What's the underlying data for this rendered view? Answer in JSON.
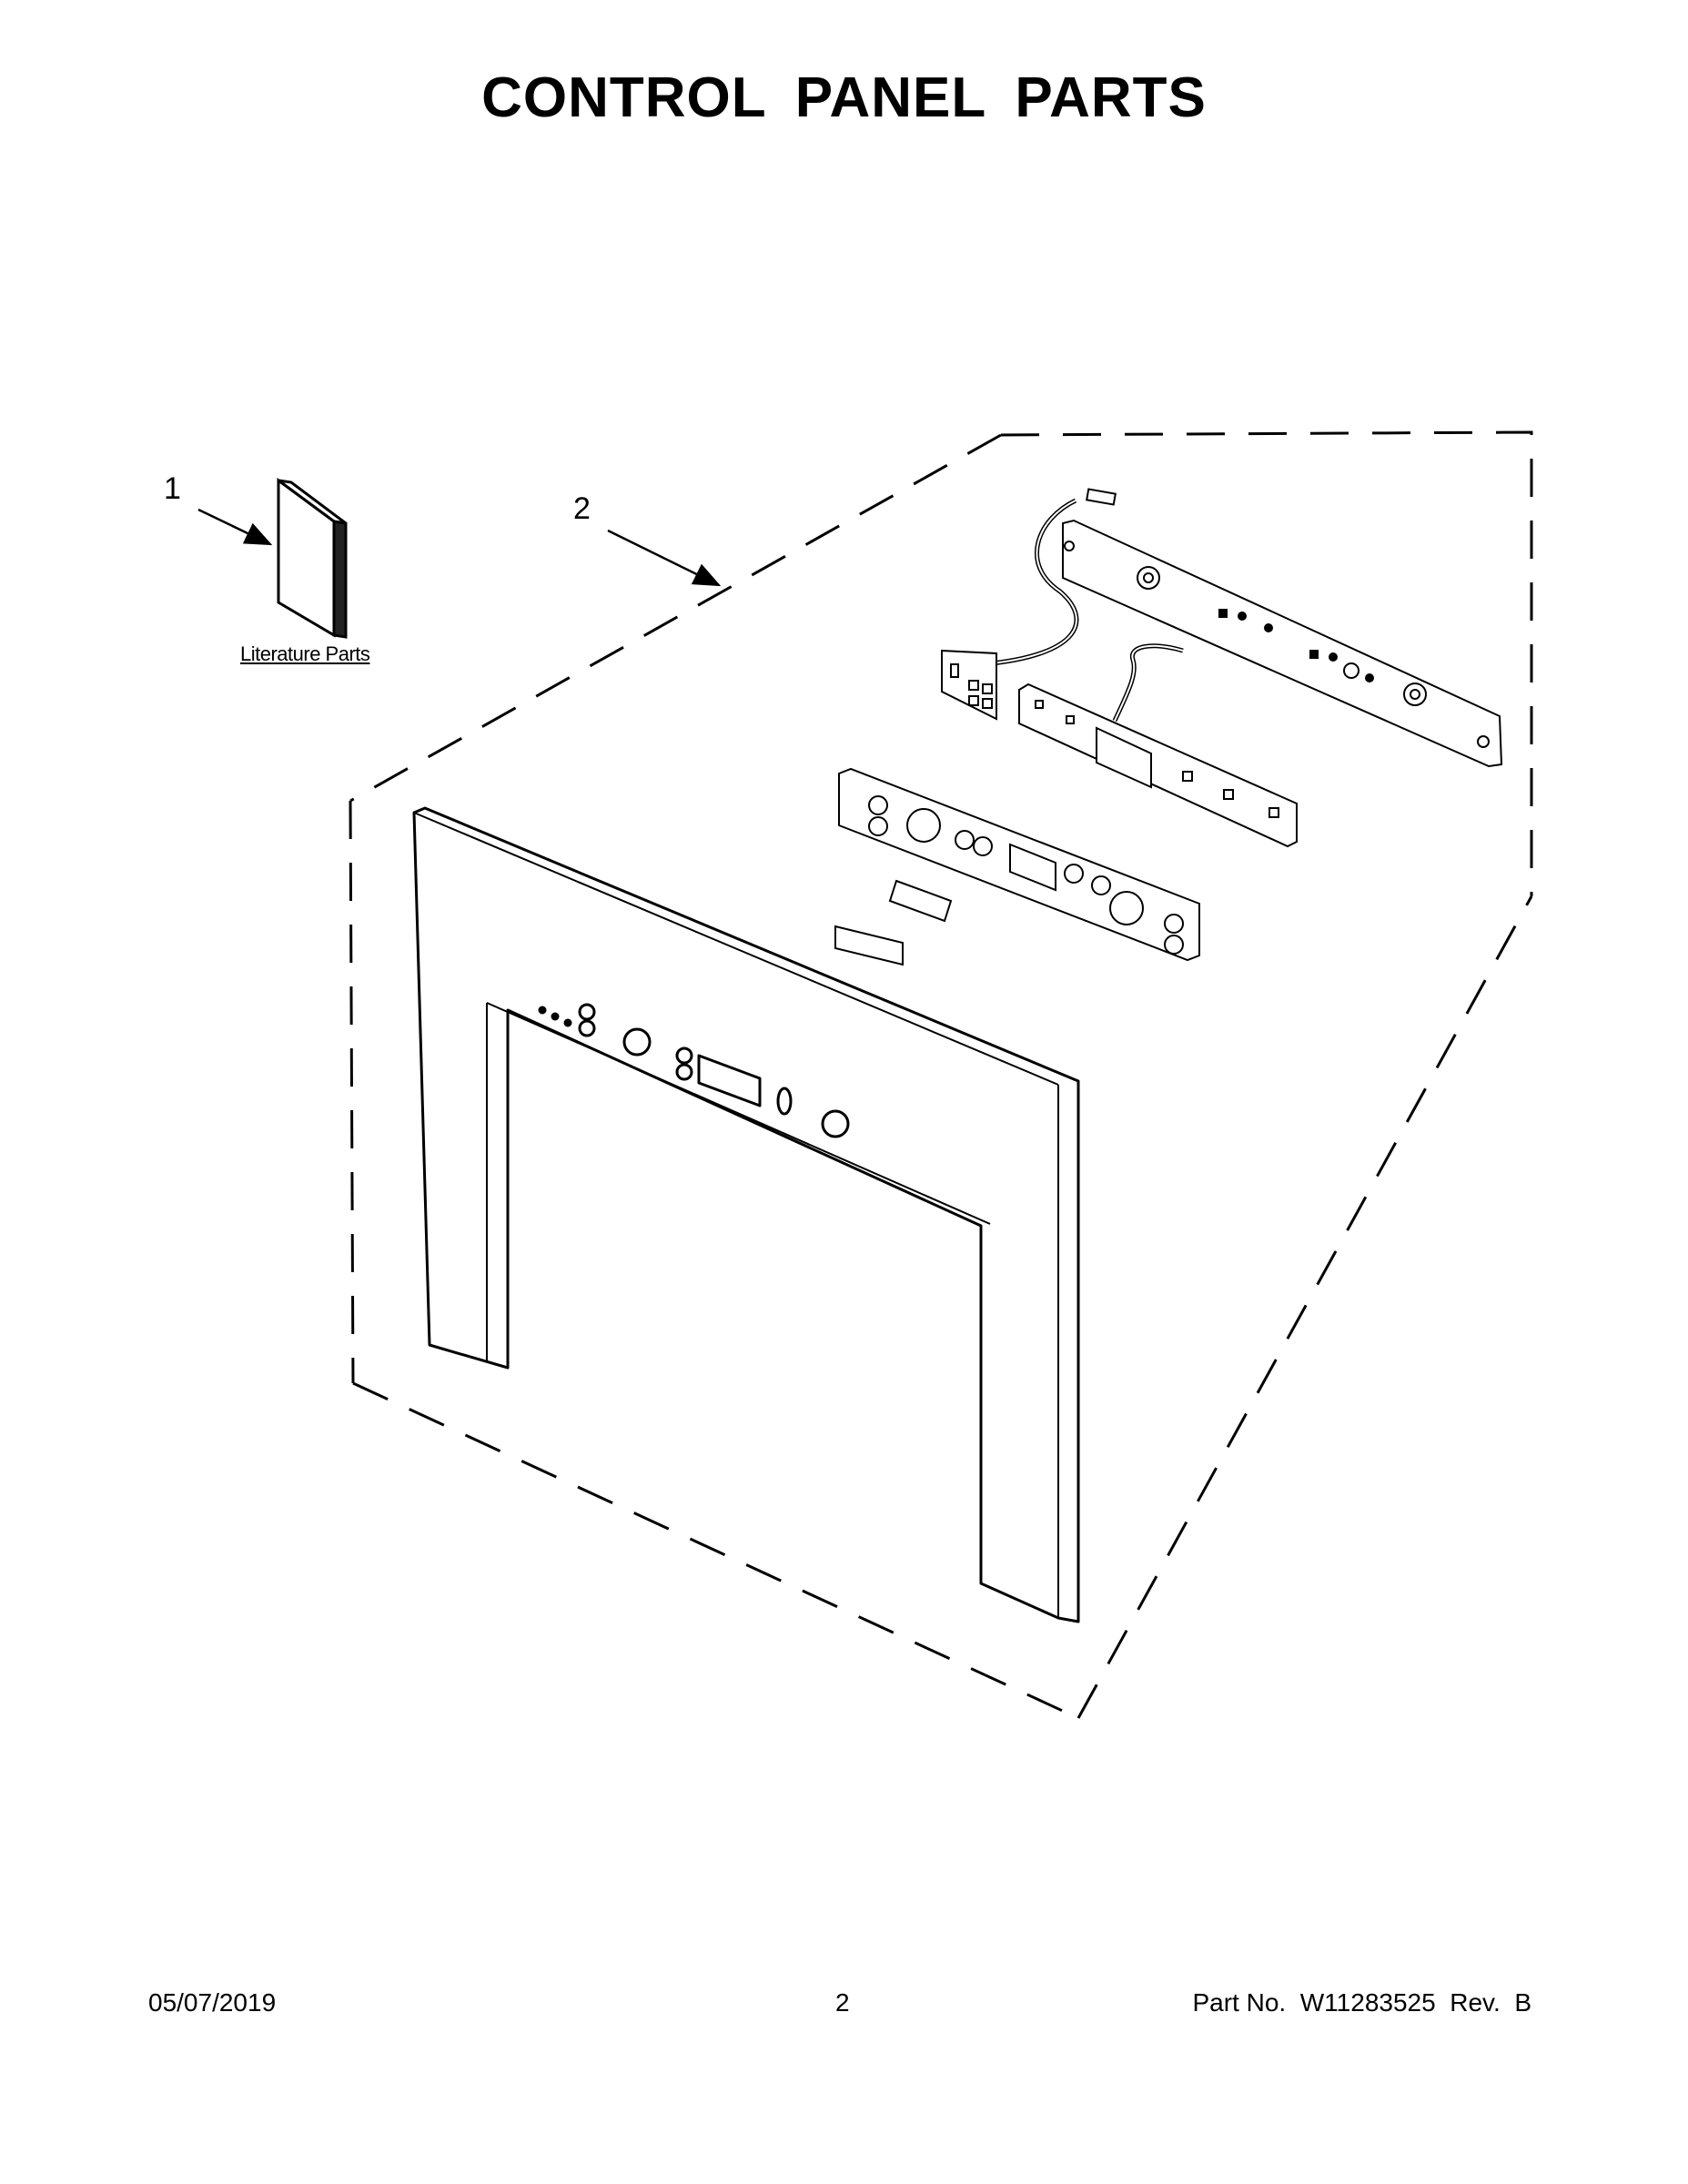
{
  "page": {
    "title": "CONTROL PANEL PARTS"
  },
  "callouts": [
    {
      "number": "1"
    },
    {
      "number": "2"
    }
  ],
  "literature": {
    "label": "Literature Parts"
  },
  "footer": {
    "date": "05/07/2019",
    "page_number": "2",
    "part_no_label": "Part No.",
    "part_no": "W11283525",
    "rev_label": "Rev.",
    "rev": "B"
  }
}
